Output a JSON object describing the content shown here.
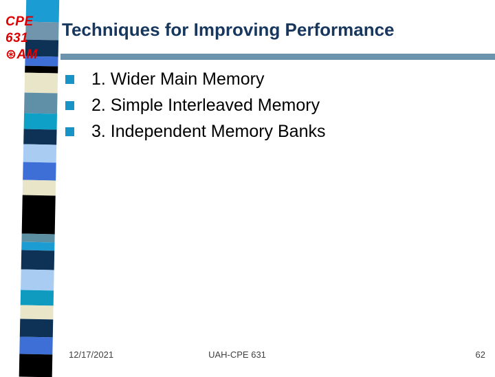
{
  "slide": {
    "logo": {
      "line1": "CPE",
      "line2": "631",
      "line3": "⊛AM"
    },
    "title": "Techniques for Improving Performance",
    "bullets": [
      {
        "text": "1. Wider Main Memory"
      },
      {
        "text": "2. Simple Interleaved Memory"
      },
      {
        "text": "3. Independent Memory Banks"
      }
    ],
    "footer": {
      "date": "12/17/2021",
      "course": "UAH-CPE 631",
      "page": "62"
    }
  },
  "colors": {
    "logo_red": "#DD0000",
    "title_navy": "#17375E",
    "title_rule": "#6B93AC",
    "bullet_square": "#1793C6",
    "body_text": "#000000",
    "footer_text": "#3F3F3F"
  },
  "decorative_strip": {
    "blocks": [
      {
        "color": "#1B9DD4",
        "height": 40
      },
      {
        "color": "#7095AC",
        "height": 26
      },
      {
        "color": "#0E3156",
        "height": 24
      },
      {
        "color": "#3E6FD6",
        "height": 14
      },
      {
        "color": "#000000",
        "height": 10
      },
      {
        "color": "#E9E5C9",
        "height": 29
      },
      {
        "color": "#5F90A8",
        "height": 30
      },
      {
        "color": "#0FA0C8",
        "height": 23
      },
      {
        "color": "#0E3156",
        "height": 22
      },
      {
        "color": "#A9CDF2",
        "height": 26
      },
      {
        "color": "#3E6FD6",
        "height": 26
      },
      {
        "color": "#E9E5C9",
        "height": 22
      },
      {
        "color": "#000000",
        "height": 56
      },
      {
        "color": "#5D8FA2",
        "height": 12
      },
      {
        "color": "#1B9DD4",
        "height": 12
      },
      {
        "color": "#0E3156",
        "height": 28
      },
      {
        "color": "#A9CDF2",
        "height": 30
      },
      {
        "color": "#0F9BC0",
        "height": 22
      },
      {
        "color": "#E9E5C9",
        "height": 20
      },
      {
        "color": "#0E3156",
        "height": 26
      },
      {
        "color": "#3E6FD6",
        "height": 25
      },
      {
        "color": "#000000",
        "height": 33
      }
    ]
  }
}
